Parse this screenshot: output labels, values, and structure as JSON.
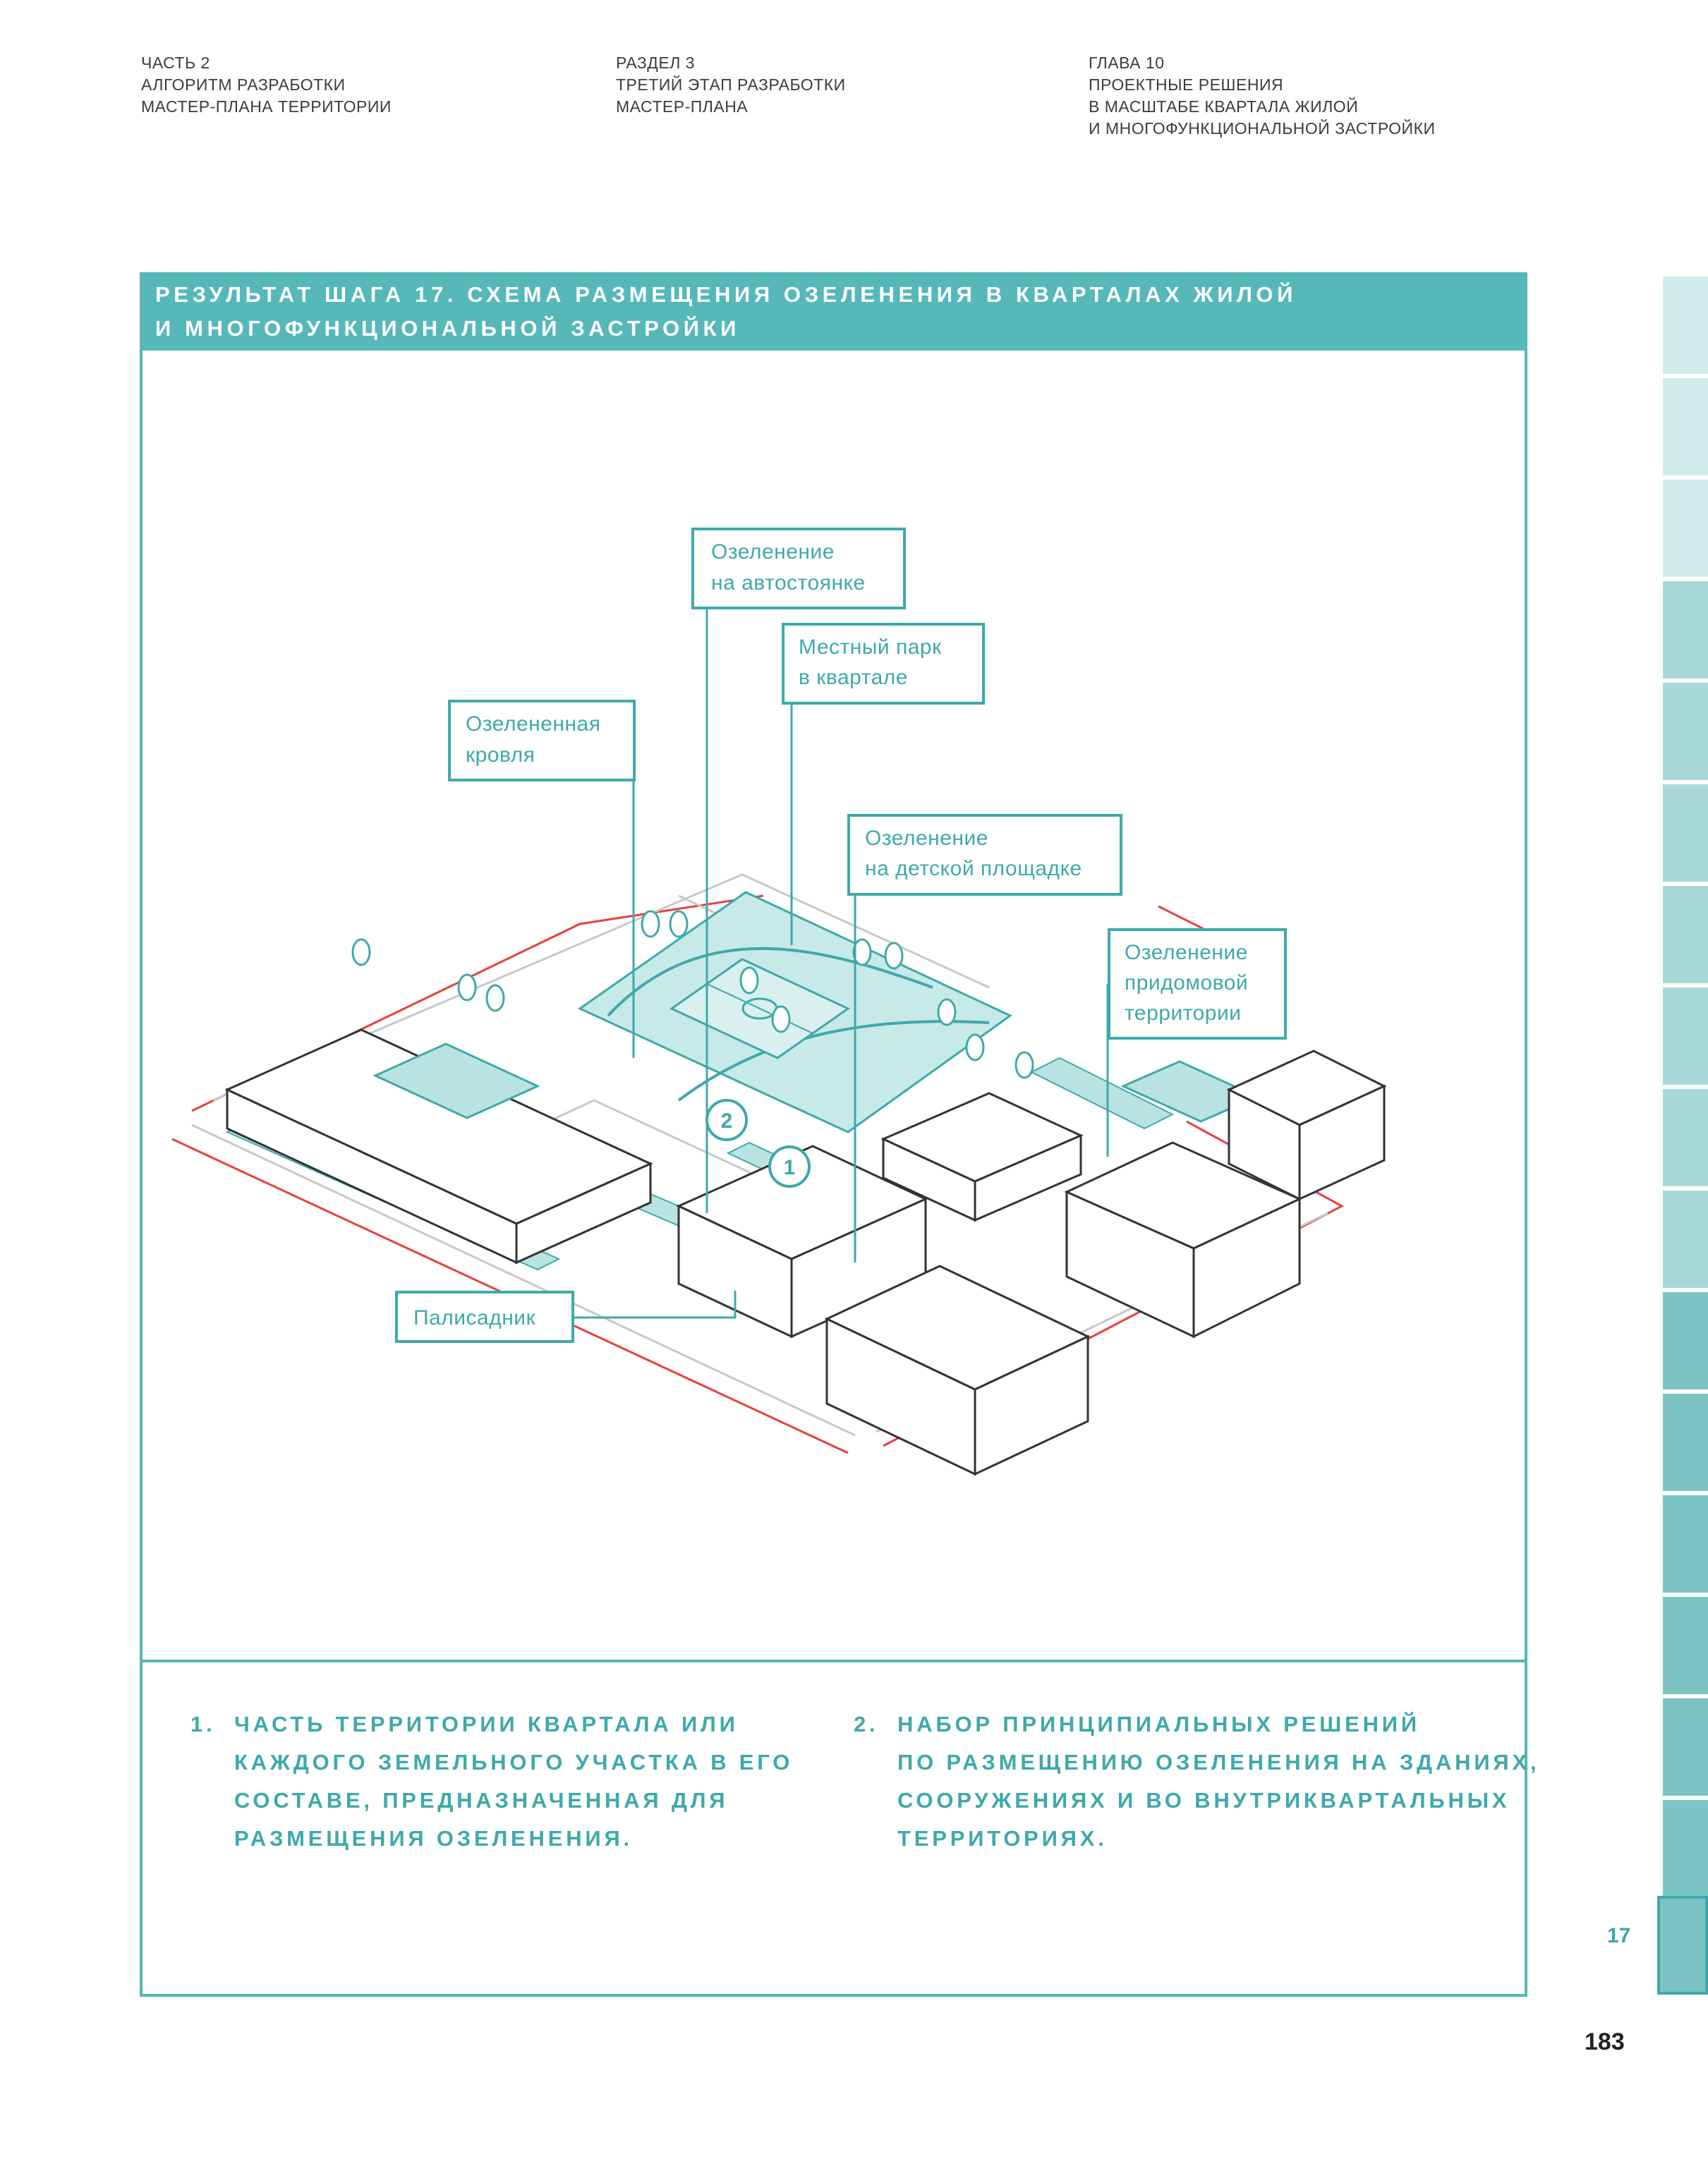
{
  "header": {
    "col1": [
      "ЧАСТЬ 2",
      "АЛГОРИТМ РАЗРАБОТКИ",
      "МАСТЕР-ПЛАНА ТЕРРИТОРИИ"
    ],
    "col2": [
      "РАЗДЕЛ 3",
      "ТРЕТИЙ ЭТАП РАЗРАБОТКИ",
      "МАСТЕР-ПЛАНА"
    ],
    "col3": [
      "ГЛАВА 10",
      "ПРОЕКТНЫЕ РЕШЕНИЯ",
      "В МАСШТАБЕ КВАРТАЛА ЖИЛОЙ",
      "И МНОГОФУНКЦИОНАЛЬНОЙ ЗАСТРОЙКИ"
    ]
  },
  "panel": {
    "title_line1": "РЕЗУЛЬТАТ ШАГА 17. СХЕМА РАЗМЕЩЕНИЯ ОЗЕЛЕНЕНИЯ В КВАРТАЛАХ ЖИЛОЙ",
    "title_line2": "И МНОГОФУНКЦИОНАЛЬНОЙ ЗАСТРОЙКИ"
  },
  "callouts": {
    "parking": [
      "Озеленение",
      "на автостоянке"
    ],
    "park": [
      "Местный парк",
      "в квартале"
    ],
    "roof": [
      "Озелененная",
      "кровля"
    ],
    "playground": [
      "Озеленение",
      "на детской площадке"
    ],
    "yard": [
      "Озеленение",
      "придомовой",
      "территории"
    ],
    "front_garden": [
      "Палисадник"
    ]
  },
  "markers": {
    "m1": "1",
    "m2": "2"
  },
  "footnotes": [
    {
      "num": "1.",
      "lines": [
        "ЧАСТЬ ТЕРРИТОРИИ КВАРТАЛА ИЛИ",
        "КАЖДОГО ЗЕМЕЛЬНОГО УЧАСТКА В ЕГО",
        "СОСТАВЕ, ПРЕДНАЗНАЧЕННАЯ ДЛЯ",
        "РАЗМЕЩЕНИЯ ОЗЕЛЕНЕНИЯ."
      ]
    },
    {
      "num": "2.",
      "lines": [
        "НАБОР ПРИНЦИПИАЛЬНЫХ РЕШЕНИЙ",
        "ПО РАЗМЕЩЕНИЮ ОЗЕЛЕНЕНИЯ НА ЗДАНИЯХ,",
        "СООРУЖЕНИЯХ И ВО ВНУТРИКВАРТАЛЬНЫХ",
        "ТЕРРИТОРИЯХ."
      ]
    }
  ],
  "side": {
    "chapter": "17",
    "page": "183"
  },
  "colors": {
    "accent": "#56b8b8",
    "accent_text": "#3fa9a9",
    "green_fill": "#b9e3e1",
    "red_line": "#e8403c"
  }
}
